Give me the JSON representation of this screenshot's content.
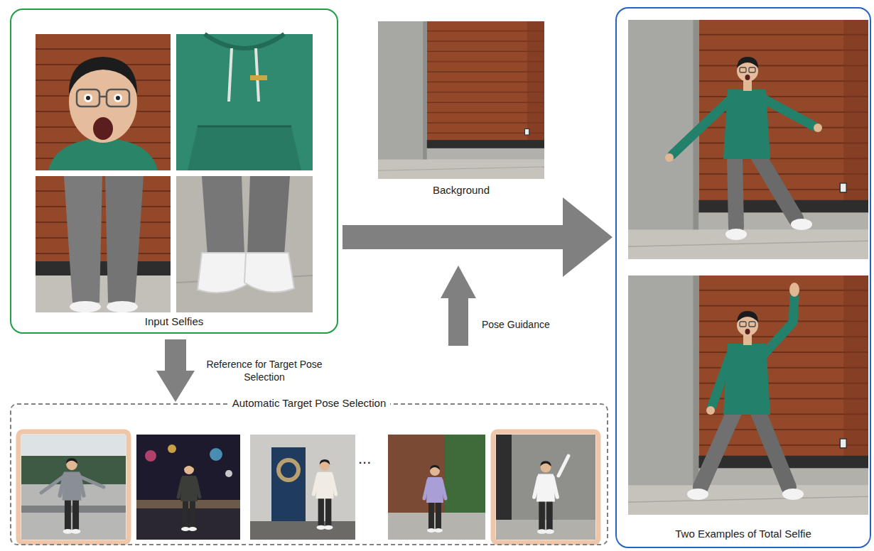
{
  "diagram": {
    "nodes": [
      {
        "text": [
          "Input Selfies"
        ]
      },
      {
        "text": [
          "Background"
        ]
      },
      {
        "text": [
          "Two Examples of Total Selfie"
        ]
      },
      {
        "text": [
          "Automatic Target Pose Selection"
        ]
      }
    ],
    "edges": [
      {
        "from": 0,
        "to": 2,
        "arrow": "to"
      },
      {
        "from": 0,
        "to": 3,
        "arrow": "to",
        "label": "Reference for Target Pose Selection"
      }
    ],
    "labels": [
      "Pose Guidance",
      "..."
    ]
  }
}
